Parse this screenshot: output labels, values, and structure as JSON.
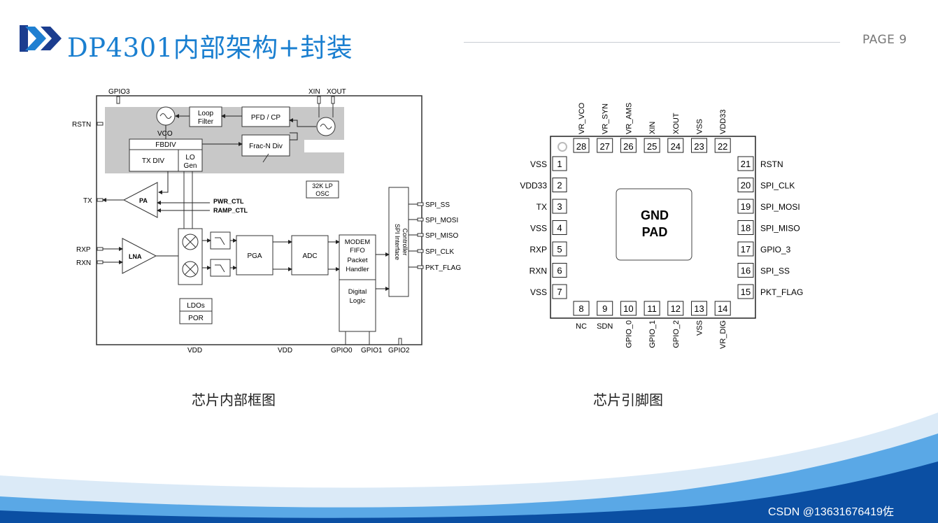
{
  "slide": {
    "title": "DP4301内部架构+封装",
    "page": "PAGE 9",
    "watermark": "CSDN @13631676419佐"
  },
  "colors": {
    "title_blue": "#1a7fd0",
    "logo_blue": "#1f7fd1",
    "logo_navy": "#1b3d8f",
    "wave_dark": "#0b4fa3",
    "wave_light": "#5aa8e6"
  },
  "block_diagram": {
    "caption": "芯片内部框图",
    "pins_top": [
      "GPIO3",
      "XIN",
      "XOUT"
    ],
    "pins_left": [
      "RSTN",
      "TX",
      "RXP",
      "RXN"
    ],
    "pins_right": [
      "SPI_SS",
      "SPI_MOSI",
      "SPI_MISO",
      "SPI_CLK",
      "PKT_FLAG"
    ],
    "pins_bottom": [
      "VDD",
      "VDD",
      "GPIO0",
      "GPIO1",
      "GPIO2"
    ],
    "blocks": {
      "vco": "VCO",
      "loop_filter": [
        "Loop",
        "Filter"
      ],
      "pfd": "PFD / CP",
      "fbdiv": "FBDIV",
      "txdiv": "TX DIV",
      "logen": [
        "LO",
        "Gen"
      ],
      "fracn": "Frac-N Div",
      "osc": [
        "32K LP",
        "OSC"
      ],
      "pa": "PA",
      "lna": "LNA",
      "pga": "PGA",
      "adc": "ADC",
      "modem": [
        "MODEM",
        "FIFO",
        "Packet",
        "Handler"
      ],
      "digital": [
        "Digital",
        "Logic"
      ],
      "spi": [
        "SPI Interface",
        "Controller"
      ],
      "ldo": "LDOs",
      "por": "POR"
    },
    "signals": [
      "PWR_CTL",
      "RAMP_CTL"
    ]
  },
  "pinout": {
    "caption": "芯片引脚图",
    "center": [
      "GND",
      "PAD"
    ],
    "left": [
      {
        "num": "1",
        "name": "VSS"
      },
      {
        "num": "2",
        "name": "VDD33"
      },
      {
        "num": "3",
        "name": "TX"
      },
      {
        "num": "4",
        "name": "VSS"
      },
      {
        "num": "5",
        "name": "RXP"
      },
      {
        "num": "6",
        "name": "RXN"
      },
      {
        "num": "7",
        "name": "VSS"
      }
    ],
    "bottom": [
      {
        "num": "8",
        "name": "NC"
      },
      {
        "num": "9",
        "name": "SDN"
      },
      {
        "num": "10",
        "name": "GPIO_0"
      },
      {
        "num": "11",
        "name": "GPIO_1"
      },
      {
        "num": "12",
        "name": "GPIO_2"
      },
      {
        "num": "13",
        "name": "VSS"
      },
      {
        "num": "14",
        "name": "VR_DIG"
      }
    ],
    "right": [
      {
        "num": "21",
        "name": "RSTN"
      },
      {
        "num": "20",
        "name": "SPI_CLK"
      },
      {
        "num": "19",
        "name": "SPI_MOSI"
      },
      {
        "num": "18",
        "name": "SPI_MISO"
      },
      {
        "num": "17",
        "name": "GPIO_3"
      },
      {
        "num": "16",
        "name": "SPI_SS"
      },
      {
        "num": "15",
        "name": "PKT_FLAG"
      }
    ],
    "top": [
      {
        "num": "28",
        "name": "VR_VCO"
      },
      {
        "num": "27",
        "name": "VR_SYN"
      },
      {
        "num": "26",
        "name": "VR_AMS"
      },
      {
        "num": "25",
        "name": "XIN"
      },
      {
        "num": "24",
        "name": "XOUT"
      },
      {
        "num": "23",
        "name": "VSS"
      },
      {
        "num": "22",
        "name": "VDD33"
      }
    ]
  }
}
